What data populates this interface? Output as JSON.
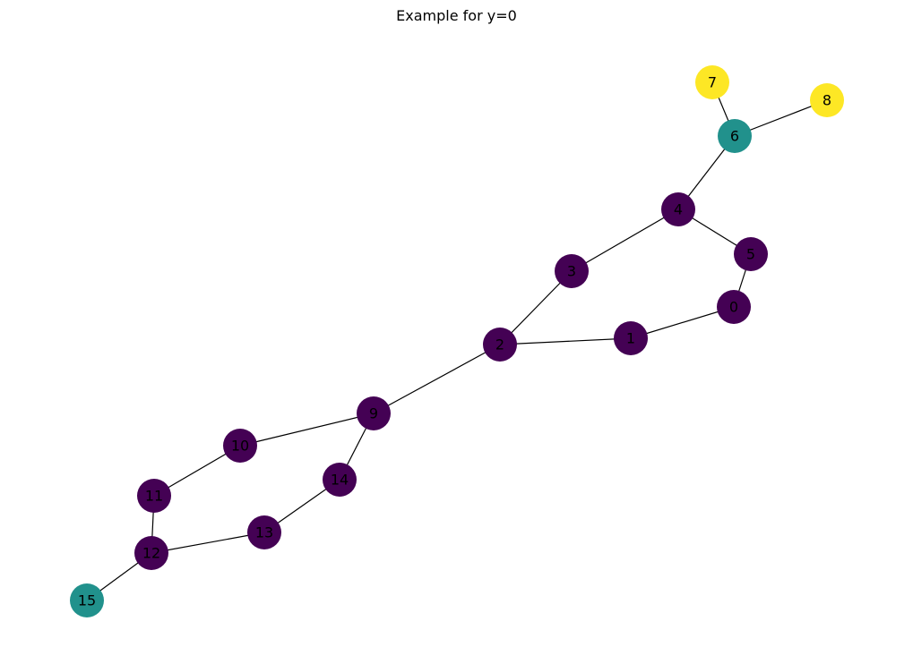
{
  "title": "Example for y=0",
  "colors": {
    "dark_purple": "#440154",
    "teal": "#21918c",
    "yellow": "#fde725"
  },
  "nodes": [
    {
      "id": "0",
      "color": "#440154"
    },
    {
      "id": "1",
      "color": "#440154"
    },
    {
      "id": "2",
      "color": "#440154"
    },
    {
      "id": "3",
      "color": "#440154"
    },
    {
      "id": "4",
      "color": "#440154"
    },
    {
      "id": "5",
      "color": "#440154"
    },
    {
      "id": "6",
      "color": "#21918c"
    },
    {
      "id": "7",
      "color": "#fde725"
    },
    {
      "id": "8",
      "color": "#fde725"
    },
    {
      "id": "9",
      "color": "#440154"
    },
    {
      "id": "10",
      "color": "#440154"
    },
    {
      "id": "11",
      "color": "#440154"
    },
    {
      "id": "12",
      "color": "#440154"
    },
    {
      "id": "13",
      "color": "#440154"
    },
    {
      "id": "14",
      "color": "#440154"
    },
    {
      "id": "15",
      "color": "#21918c"
    }
  ],
  "edges": [
    [
      "7",
      "6"
    ],
    [
      "6",
      "8"
    ],
    [
      "6",
      "4"
    ],
    [
      "4",
      "5"
    ],
    [
      "4",
      "3"
    ],
    [
      "5",
      "0"
    ],
    [
      "0",
      "1"
    ],
    [
      "1",
      "2"
    ],
    [
      "3",
      "2"
    ],
    [
      "2",
      "9"
    ],
    [
      "9",
      "10"
    ],
    [
      "9",
      "14"
    ],
    [
      "10",
      "11"
    ],
    [
      "11",
      "12"
    ],
    [
      "14",
      "13"
    ],
    [
      "13",
      "12"
    ],
    [
      "12",
      "15"
    ]
  ]
}
